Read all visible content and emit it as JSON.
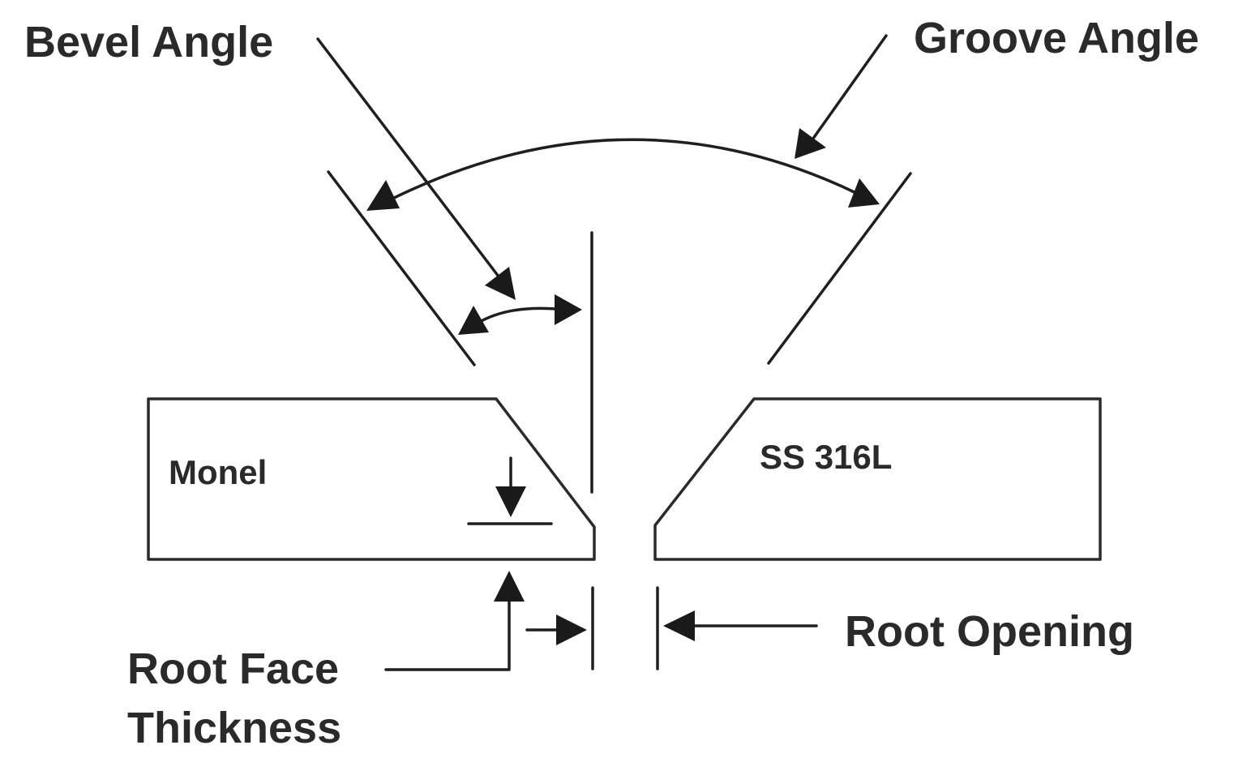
{
  "labels": {
    "bevel_angle": "Bevel Angle",
    "groove_angle": "Groove Angle",
    "root_opening": "Root Opening",
    "root_face_line1": "Root Face",
    "root_face_line2": "Thickness"
  },
  "materials": {
    "left_plate": "Monel",
    "right_plate": "SS 316L"
  }
}
